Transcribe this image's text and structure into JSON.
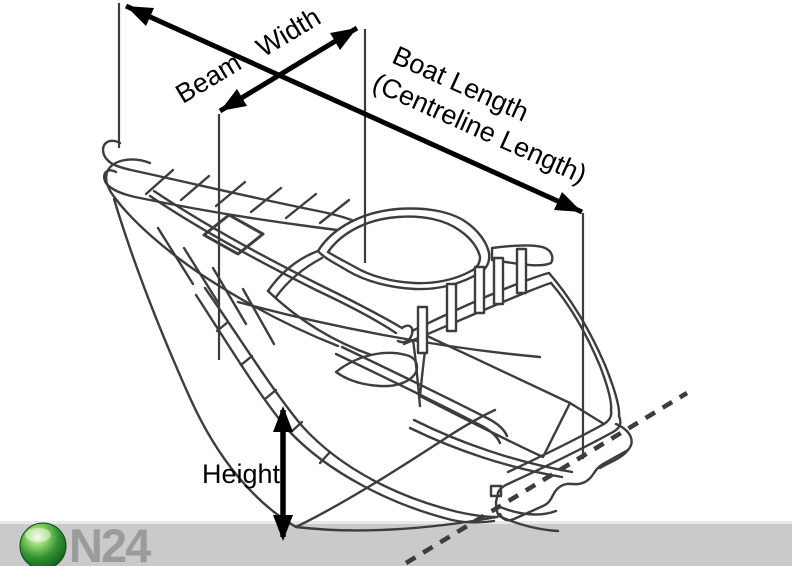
{
  "labels": {
    "beam": "Beam",
    "width": "Width",
    "boat_length_line1": "Boat Length",
    "boat_length_line2": "(Centreline Length)",
    "height": "Height"
  },
  "footer": {
    "logo_text": "N24",
    "logo_symbol": "green-sphere-o"
  },
  "colors": {
    "background": "#ffffff",
    "diagram_lines": "#3d3d3d",
    "arrows": "#000000",
    "dashed_baseline": "#3d3d3d",
    "footer_band": "#cacaca",
    "footer_band_highlight": "#e9e9e9",
    "logo_text": "#9b9b9b",
    "logo_sphere_dark": "#135c18",
    "logo_sphere_mid": "#2f9131",
    "logo_sphere_light": "#cdeec0"
  }
}
